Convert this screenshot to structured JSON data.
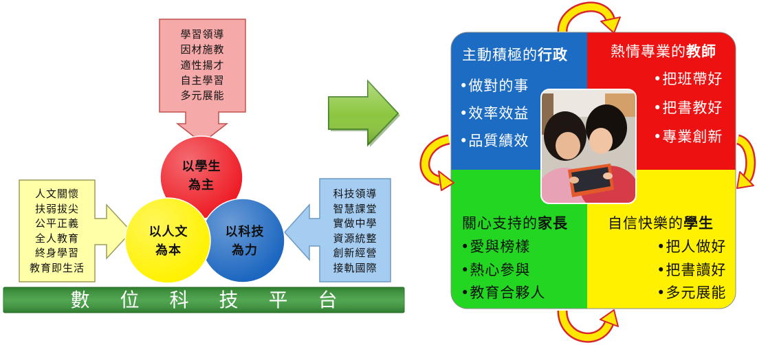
{
  "left_diagram": {
    "top_callout": {
      "lines": [
        "學習領導",
        "因材施教",
        "適性揚才",
        "自主學習",
        "多元展能"
      ],
      "fill": "#f6a9a9"
    },
    "circles": {
      "student": {
        "lines": [
          "以學生",
          "為主"
        ],
        "color": "#ee1c25"
      },
      "humanity": {
        "lines": [
          "以人文",
          "為本"
        ],
        "color": "#fff200"
      },
      "technology": {
        "lines": [
          "以科技",
          "為力"
        ],
        "color": "#1b66c0"
      }
    },
    "left_callout": {
      "lines": [
        "人文關懷",
        "扶弱拔尖",
        "公平正義",
        "全人教育",
        "終身學習",
        "教育即生活"
      ],
      "fill": "#ffffa8"
    },
    "right_callout": {
      "lines": [
        "科技領導",
        "智慧課堂",
        "實做中學",
        "資源統整",
        "創新經營",
        "接軌國際"
      ],
      "fill": "#a5cdf2"
    },
    "platform_bar": {
      "label": "數　位　科　技　平　台",
      "color": "#3a9a3a"
    }
  },
  "connector_arrow": {
    "icon": "right-arrow-icon",
    "color": "#8cc63f"
  },
  "right_diagram": {
    "quadrants": {
      "administration": {
        "title_lead": "主動積極的",
        "title_emph": "行政",
        "items": [
          "•做對的事",
          "•效率效益",
          "•品質績效"
        ],
        "color": "#1d6cc3"
      },
      "teachers": {
        "title_lead": "熱情專業的",
        "title_emph": "教師",
        "items": [
          "•把班帶好",
          "•把書教好",
          "•專業創新"
        ],
        "color": "#ee1111"
      },
      "parents": {
        "title_lead": "關心支持的",
        "title_emph": "家長",
        "items": [
          "•愛與榜樣",
          "•熱心參與",
          "•教育合夥人"
        ],
        "color": "#22d622"
      },
      "students": {
        "title_lead": "自信快樂的",
        "title_emph": "學生",
        "items": [
          "•把人做好",
          "•把書讀好",
          "•多元展能"
        ],
        "color": "#fff100"
      }
    },
    "center_photo": {
      "icon": "students-with-tablet-photo"
    },
    "cycle_arrows": {
      "icon": "curved-arrow-icon",
      "fill": "#ffe800",
      "outline": "#d7262e"
    }
  }
}
